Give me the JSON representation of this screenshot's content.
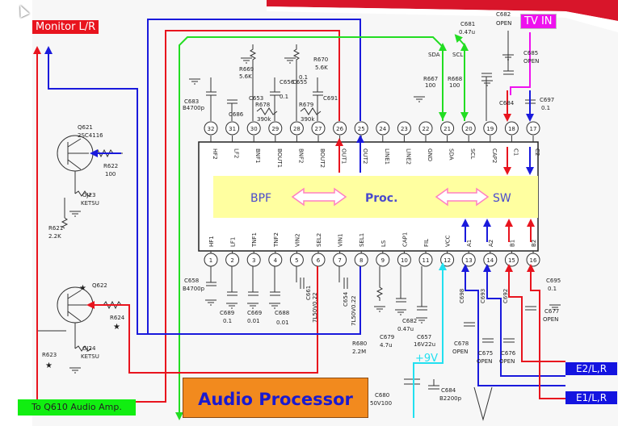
{
  "labels": {
    "monitor": "Monitor L/R",
    "tv_in": "TV IN",
    "to_q610": "To Q610 Audio Amp.",
    "audio_processor": "Audio Processor",
    "e2": "E2/L,R",
    "e1": "E1/L,R",
    "plus9v": "+9V"
  },
  "ic": {
    "bpf": "BPF",
    "proc": "Proc.",
    "sw": "SW",
    "top_pins": [
      {
        "num": "32",
        "name": "HF2"
      },
      {
        "num": "31",
        "name": "LF2"
      },
      {
        "num": "30",
        "name": "BNF1"
      },
      {
        "num": "29",
        "name": "BOUT1"
      },
      {
        "num": "28",
        "name": "BNF2"
      },
      {
        "num": "27",
        "name": "BOUT2"
      },
      {
        "num": "26",
        "name": "OUT1"
      },
      {
        "num": "25",
        "name": "OUT2"
      },
      {
        "num": "24",
        "name": "LINE1"
      },
      {
        "num": "23",
        "name": "LINE2"
      },
      {
        "num": "22",
        "name": "GND"
      },
      {
        "num": "21",
        "name": "SDA"
      },
      {
        "num": "20",
        "name": "SCL"
      },
      {
        "num": "19",
        "name": "CAP2"
      },
      {
        "num": "18",
        "name": "C1"
      },
      {
        "num": "17",
        "name": "C2"
      }
    ],
    "bottom_pins": [
      {
        "num": "1",
        "name": "HF1"
      },
      {
        "num": "2",
        "name": "LF1"
      },
      {
        "num": "3",
        "name": "TNF1"
      },
      {
        "num": "4",
        "name": "TNF2"
      },
      {
        "num": "5",
        "name": "VIN2"
      },
      {
        "num": "6",
        "name": "SEL2"
      },
      {
        "num": "7",
        "name": "VIN1"
      },
      {
        "num": "8",
        "name": "SEL1"
      },
      {
        "num": "9",
        "name": "LS"
      },
      {
        "num": "10",
        "name": "CAP1"
      },
      {
        "num": "11",
        "name": "FIL"
      },
      {
        "num": "12",
        "name": "VCC"
      },
      {
        "num": "13",
        "name": "A1"
      },
      {
        "num": "14",
        "name": "A2"
      },
      {
        "num": "15",
        "name": "B1"
      },
      {
        "num": "16",
        "name": "B2"
      }
    ]
  },
  "components": {
    "q621": "Q621",
    "q621_type": "2SC4116",
    "r622": "R622",
    "r622_val": "100",
    "gj23": "GJ23",
    "gj23_val": "KETSU",
    "r621": "R621",
    "r621_val": "2.2K",
    "q622": "Q622",
    "r624": "R624",
    "gj24": "GJ24",
    "gj24_val": "KETSU",
    "r623": "R623",
    "star": "★",
    "c683": "C683",
    "c683_val": "B4700p",
    "c658": "C658",
    "c658_val": "B4700p",
    "r669": "R669",
    "r669_val": "5.6K",
    "r670": "R670",
    "r670_val": "5.6K",
    "r678": "R678",
    "r678_val": "390k",
    "r679": "R679",
    "r679_val": "390k",
    "c686": "C686",
    "c653": "C653",
    "c656": "C656",
    "c655": "C655",
    "c691": "C691",
    "val01": "0.1",
    "val001": "0.01",
    "c681": "C681",
    "c681_val": "0.47u",
    "sda": "SDA",
    "scl": "SCL",
    "r667": "R667",
    "r667_val": "100",
    "r668": "R668",
    "r668_val": "100",
    "c682_top": "C682",
    "open": "OPEN",
    "c685": "C685",
    "c684": "C684",
    "c697": "C697",
    "c689": "C689",
    "c669": "C669",
    "c688": "C688",
    "c661": "C661",
    "c661_val": "7L50V0.22",
    "c654": "C654",
    "c654_val": "7L50V0.22",
    "r680": "R680",
    "r680_val": "2.2M",
    "c679": "C679",
    "c679_val": "4.7u",
    "c682": "C682",
    "c682_val": "0.47u",
    "c657": "C657",
    "c657_val": "16V22u",
    "c678": "C678",
    "c675": "C675",
    "c676": "C676",
    "c677": "C677",
    "c695": "C695",
    "c698": "C698",
    "c693": "C693",
    "c692": "C692",
    "c680": "C680",
    "c680_val": "50V100",
    "c684b": "C684",
    "c684b_val": "B2200p"
  },
  "colors": {
    "red": "#e8141e",
    "blue": "#1a1adc",
    "green": "#22dd22",
    "magenta": "#ee11ee",
    "cyan": "#22e0f0",
    "ic_fill": "#ffffa0",
    "pink_arrow": "#ff80c0",
    "label_red_bg": "#e8141e",
    "label_green_bg": "#11ee11",
    "label_blue_bg": "#1414e0",
    "ap_bg": "#f28a1e",
    "ap_text": "#1a1ad0"
  }
}
